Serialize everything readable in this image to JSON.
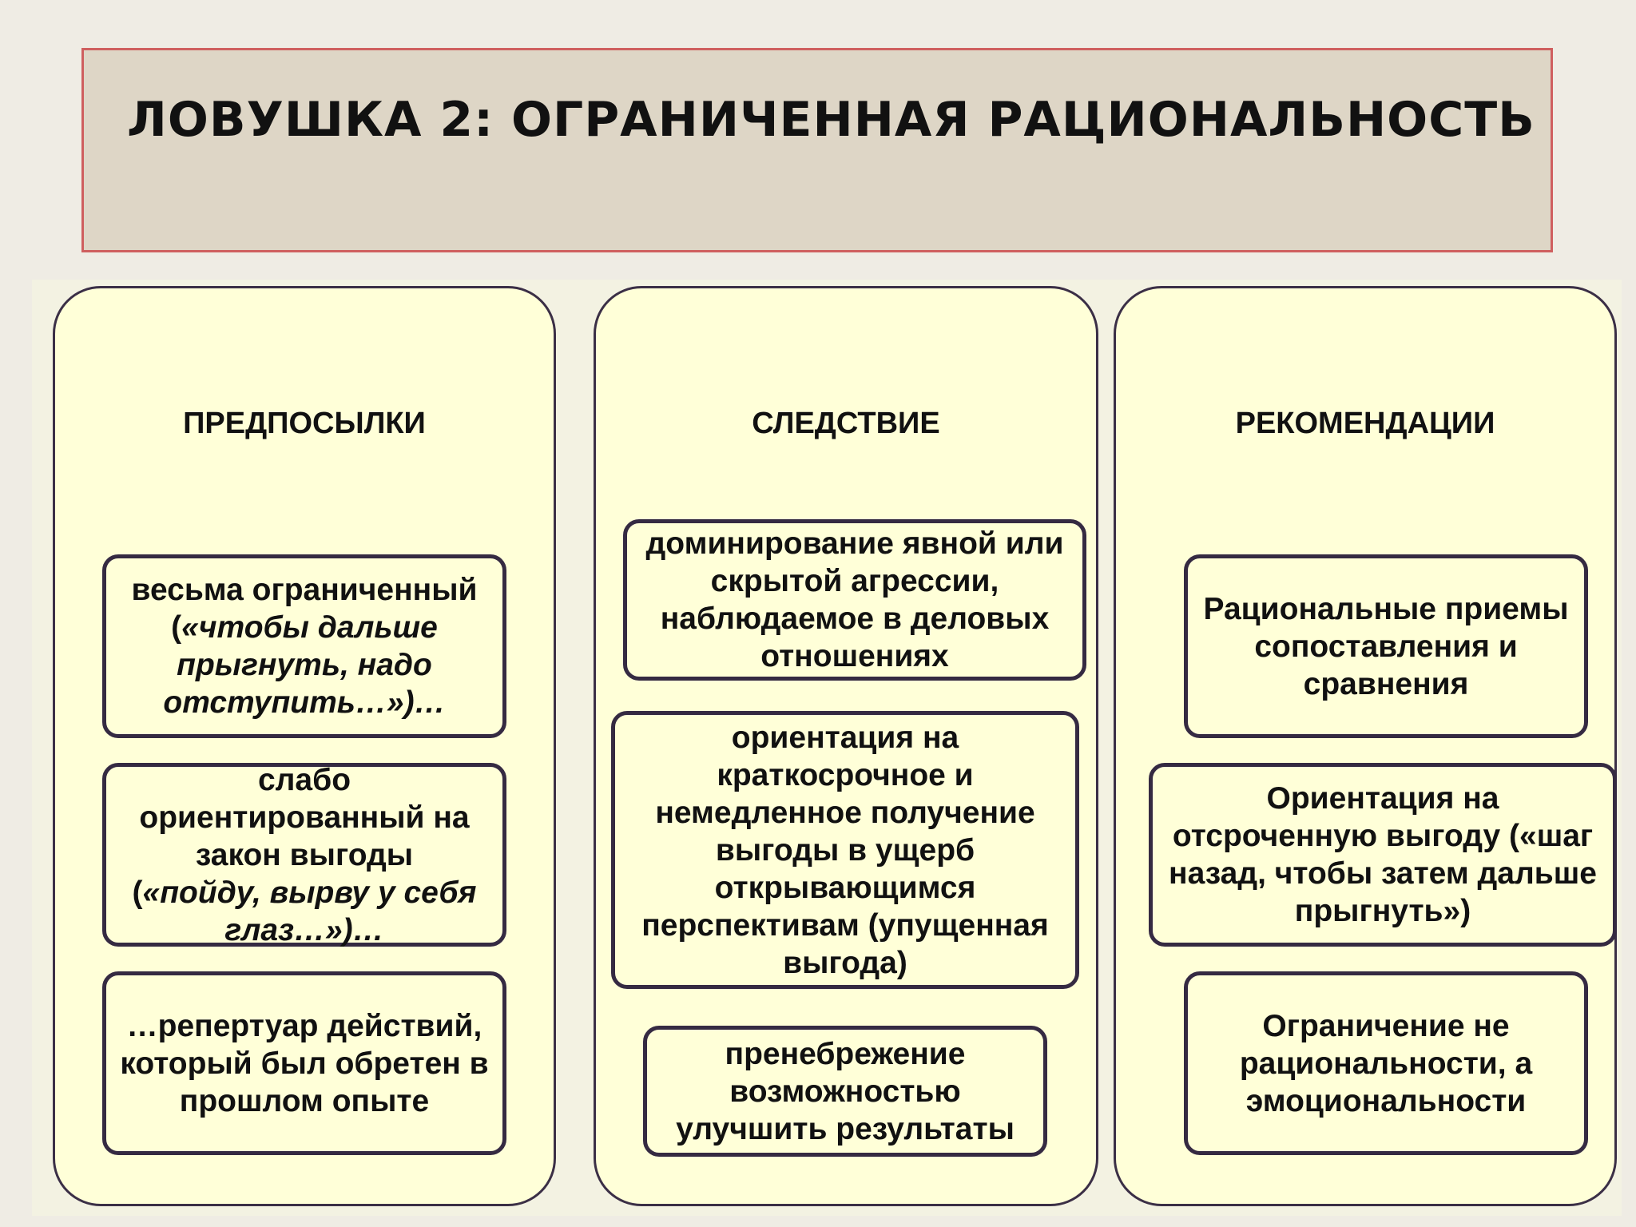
{
  "title": "ЛОВУШКА 2: ОГРАНИЧЕННАЯ РАЦИОНАЛЬНОСТЬ",
  "columns": [
    {
      "header": "ПРЕДПОСЫЛКИ",
      "items": [
        {
          "line1": "весьма ограниченный",
          "open_paren": "(",
          "italic": "«чтобы дальше прыгнуть,  надо отступить…»)…"
        },
        {
          "line1": "слабо ориентированный на закон выгоды",
          "open_paren": "(",
          "italic": "«пойду, вырву у себя глаз…»)…"
        },
        {
          "text": "…репертуар действий, который  был обретен в прошлом опыте"
        }
      ]
    },
    {
      "header": "СЛЕДСТВИЕ",
      "items": [
        {
          "text": "доминирование явной или скрытой агрессии, наблюдаемое в деловых отношениях"
        },
        {
          "text": "ориентация на краткосрочное  и немедленное получение выгоды в ущерб открывающимся перспективам (упущенная выгода)"
        },
        {
          "text": "пренебрежение возможностью улучшить результаты"
        }
      ]
    },
    {
      "header": "РЕКОМЕНДАЦИИ",
      "items": [
        {
          "text": "Рациональные приемы сопоставления и сравнения"
        },
        {
          "text": "Ориентация на отсроченную выгоду («шаг назад, чтобы затем дальше прыгнуть»)"
        },
        {
          "text": "Ограничение не рациональности, а эмоциональности"
        }
      ]
    }
  ]
}
